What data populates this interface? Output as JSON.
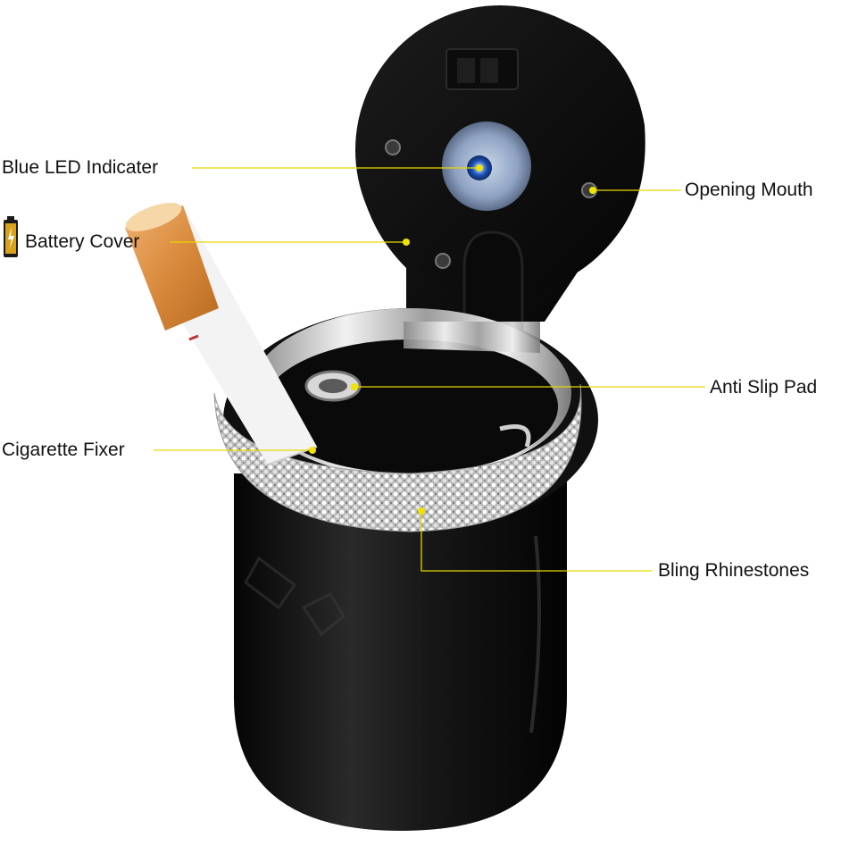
{
  "labels": {
    "blue_led": "Blue LED Indicater",
    "battery_cover": "Battery Cover",
    "opening_mouth": "Opening Mouth",
    "anti_slip_pad": "Anti Slip Pad",
    "cigarette_fixer": "Cigarette Fixer",
    "bling_rhinestones": "Bling Rhinestones"
  },
  "colors": {
    "leader_line": "#e8d800",
    "body": "#0d0d0d",
    "led": "#2f6fe0"
  },
  "icons": [
    "battery-icon"
  ]
}
